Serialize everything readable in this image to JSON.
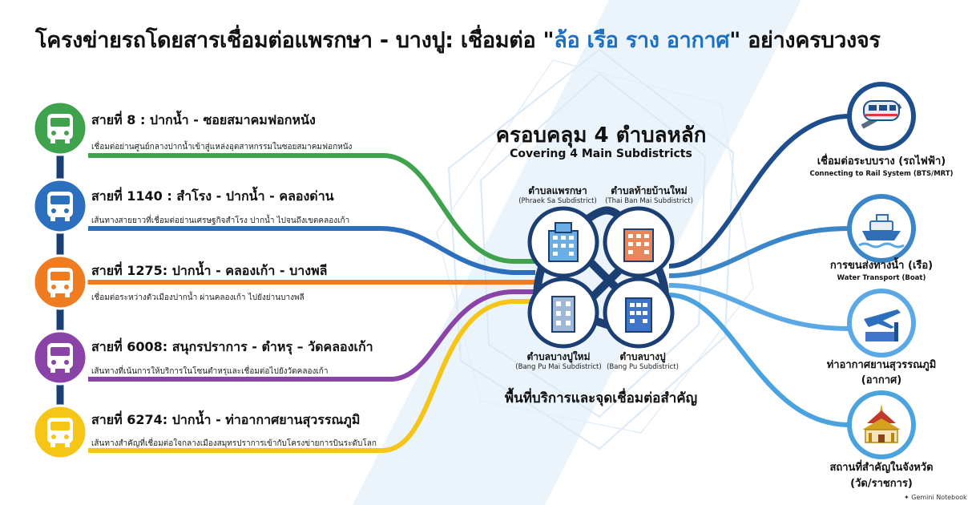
{
  "title": {
    "before": "โครงข่ายรถโดยสารเชื่อมต่อแพรกษา - บางปู: เชื่อมต่อ \"",
    "highlight": "ล้อ เรือ ราง อากาศ",
    "after": "\" อย่างครบวงจร"
  },
  "routes": [
    {
      "title": "สายที่ 8 : ปากน้ำ - ซอยสมาคมฟอกหนัง",
      "desc": "เชื่อมต่อย่านศูนย์กลางปากน้ำเข้าสู่แหล่งอุตสาหกรรมในซอยสมาคมฟอกหนัง",
      "color": "#3fa34d",
      "icon": "bus-icon"
    },
    {
      "title": "สายที่ 1140 : สำโรง - ปากน้ำ - คลองด่าน",
      "desc": "เส้นทางสายยาวที่เชื่อมต่อย่านเศรษฐกิจสำโรง ปากน้ำ ไปจนถึงเขตคลองเก้า",
      "color": "#2c6fbe",
      "icon": "bus-icon"
    },
    {
      "title": "สายที่ 1275: ปากน้ำ - คลองเก้า - บางพลี",
      "desc": "เชื่อมต่อระหว่างตัวเมืองปากน้ำ ผ่านคลองเก้า ไปยังย่านบางพลี",
      "color": "#f07c22",
      "icon": "bus-icon"
    },
    {
      "title": "สายที่ 6008: สนุกรปราการ - ตำหรุ – วัดคลองเก้า",
      "desc": "เส้นทางที่เน้นการให้บริการในโซนตำหรุและเชื่อมต่อไปยังวัดคลองเก้า",
      "color": "#8a44a8",
      "icon": "bus-icon"
    },
    {
      "title": "สายที่ 6274: ปากน้ำ - ท่าอากาศยานสุวรรณภูมิ",
      "desc": "เส้นทางสำคัญที่เชื่อมต่อใจกลางเมืองสมุทรปราการเข้ากับโครงข่ายการบินระดับโลก",
      "color": "#f5c518",
      "icon": "bus-icon"
    }
  ],
  "hub": {
    "title": "ครอบคลุม 4 ตำบลหลัก",
    "subtitle": "Covering 4 Main Subdistricts",
    "bottom": "พื้นที่บริการและจุดเชื่อมต่อสำคัญ",
    "subdistricts": [
      {
        "th": "ตำบลแพรกษา",
        "en": "(Phraek Sa Subdistrict)",
        "icon": "building-icon",
        "color": "#6baee6"
      },
      {
        "th": "ตำบลท้ายบ้านใหม่",
        "en": "(Thai Ban Mai Subdistrict)",
        "icon": "building-icon",
        "color": "#e8875a"
      },
      {
        "th": "ตำบลบางปูใหม่",
        "en": "(Bang Pu Mai Subdistrict)",
        "icon": "building-icon",
        "color": "#9fb8d8"
      },
      {
        "th": "ตำบลบางปู",
        "en": "(Bang Pu Subdistrict)",
        "icon": "building-icon",
        "color": "#3f74c9"
      }
    ]
  },
  "destinations": [
    {
      "th": "เชื่อมต่อระบบราง (รถไฟฟ้า)",
      "en": "Connecting to Rail System (BTS/MRT)",
      "icon": "train-icon",
      "color": "#1f4e8c"
    },
    {
      "th": "การขนส่งทางน้ำ (เรือ)",
      "en": "Water Transport (Boat)",
      "icon": "boat-icon",
      "color": "#3a86c8"
    },
    {
      "th": "ท่าอากาศยานสุวรรณภูมิ",
      "th2": "(อากาศ)",
      "icon": "airplane-icon",
      "color": "#5aa9e6"
    },
    {
      "th": "สถานที่สำคัญในจังหวัด",
      "th2": "(วัด/ราชการ)",
      "icon": "temple-icon",
      "color": "#4aa3df"
    }
  ],
  "brand": "Gemini Notebook"
}
